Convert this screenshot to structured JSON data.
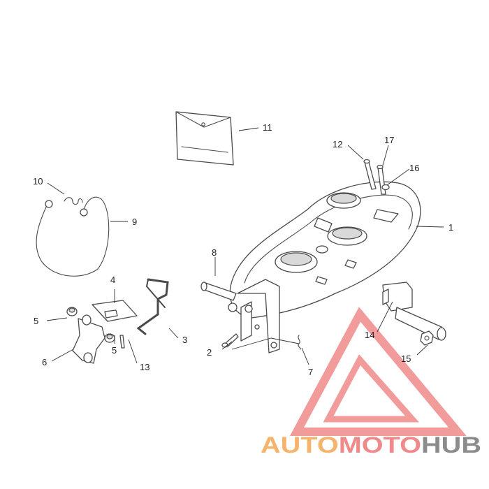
{
  "callouts": [
    {
      "id": "c1",
      "label": "1"
    },
    {
      "id": "c2",
      "label": "2"
    },
    {
      "id": "c3",
      "label": "3"
    },
    {
      "id": "c4",
      "label": "4"
    },
    {
      "id": "c5a",
      "label": "5"
    },
    {
      "id": "c5b",
      "label": "5"
    },
    {
      "id": "c6",
      "label": "6"
    },
    {
      "id": "c7",
      "label": "7"
    },
    {
      "id": "c8",
      "label": "8"
    },
    {
      "id": "c9",
      "label": "9"
    },
    {
      "id": "c10",
      "label": "10"
    },
    {
      "id": "c11",
      "label": "11"
    },
    {
      "id": "c12",
      "label": "12"
    },
    {
      "id": "c13",
      "label": "13"
    },
    {
      "id": "c14",
      "label": "14"
    },
    {
      "id": "c15",
      "label": "15"
    },
    {
      "id": "c16",
      "label": "16"
    },
    {
      "id": "c17",
      "label": "17"
    }
  ],
  "watermark": {
    "part1": "AUTO",
    "part2": "MOTO",
    "part3": "HUB",
    "color1": "#f6b36b",
    "color2": "#f08a8a",
    "color3": "#8c8c8c"
  }
}
